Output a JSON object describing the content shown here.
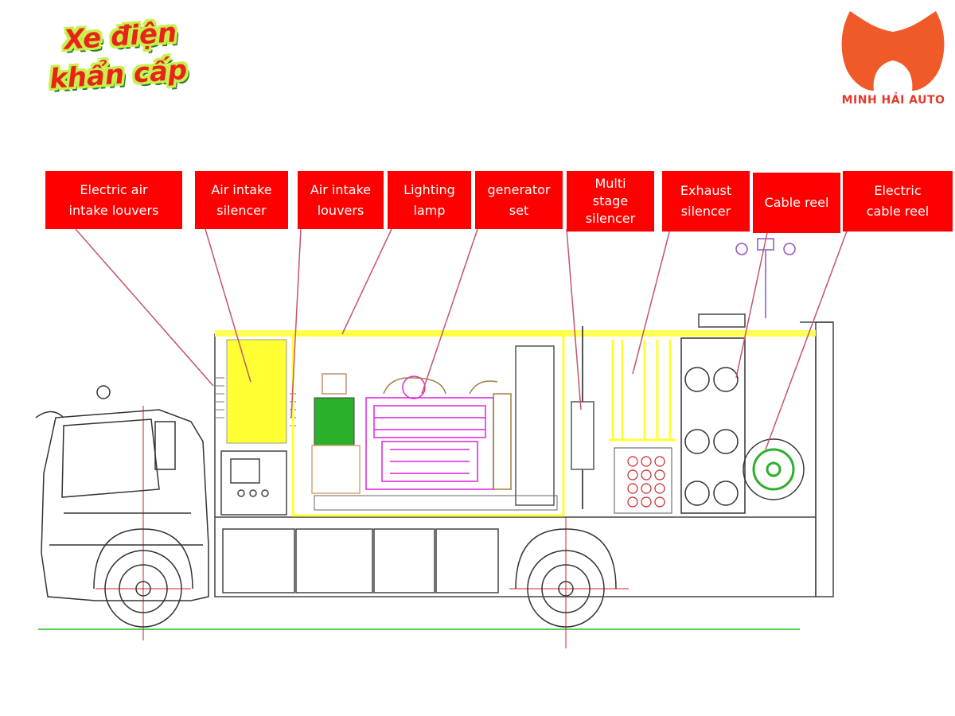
{
  "brand": {
    "left_line1": "Xe điện",
    "left_line2": "khẩn cấp",
    "right_name": "MINH HẢI AUTO",
    "colors": {
      "red": "#e8231a",
      "lime": "#c8f04a",
      "green": "#2a7b2a",
      "logo": "#f05a28"
    }
  },
  "diagram": {
    "labels": {
      "electric_air_intake_louvers": "Electric air\nintake louvers",
      "air_intake_silencer": "Air intake\nsilencer",
      "air_intake_louvers": "Air intake\nlouvers",
      "lighting_lamp": "Lighting\nlamp",
      "generator_set": "generator\nset",
      "multi_stage_silencer": "Multi\nstage\nsilencer",
      "exhaust_silencer": "Exhaust\nsilencer",
      "cable_reel": "Cable reel",
      "electric_cable_reel": "Electric\ncable reel"
    },
    "colors": {
      "label_bg": "#ff0000",
      "leader": "#c4556a",
      "frame": "#444444",
      "yellow": "#ffff55",
      "magenta": "#e020e0",
      "green_panel": "#2ab02a",
      "ground": "#55cc55"
    }
  }
}
